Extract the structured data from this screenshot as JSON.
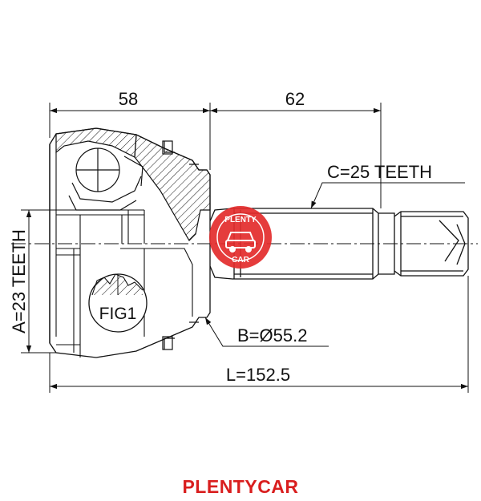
{
  "dimensions": {
    "width_left": "58",
    "width_right": "62",
    "spline_c": "C=25 TEETH",
    "spline_a": "A=23 TEETH",
    "diameter_b": "B=Ø55.2",
    "length_l": "L=152.5"
  },
  "figure_label": "FIG1",
  "watermark": {
    "top_text": "PLENTY",
    "bottom_text": "CAR",
    "color": "#e32b2b"
  },
  "brand": {
    "name": "PLENTYCAR",
    "color": "#d91e1e"
  },
  "colors": {
    "line": "#111111"
  }
}
